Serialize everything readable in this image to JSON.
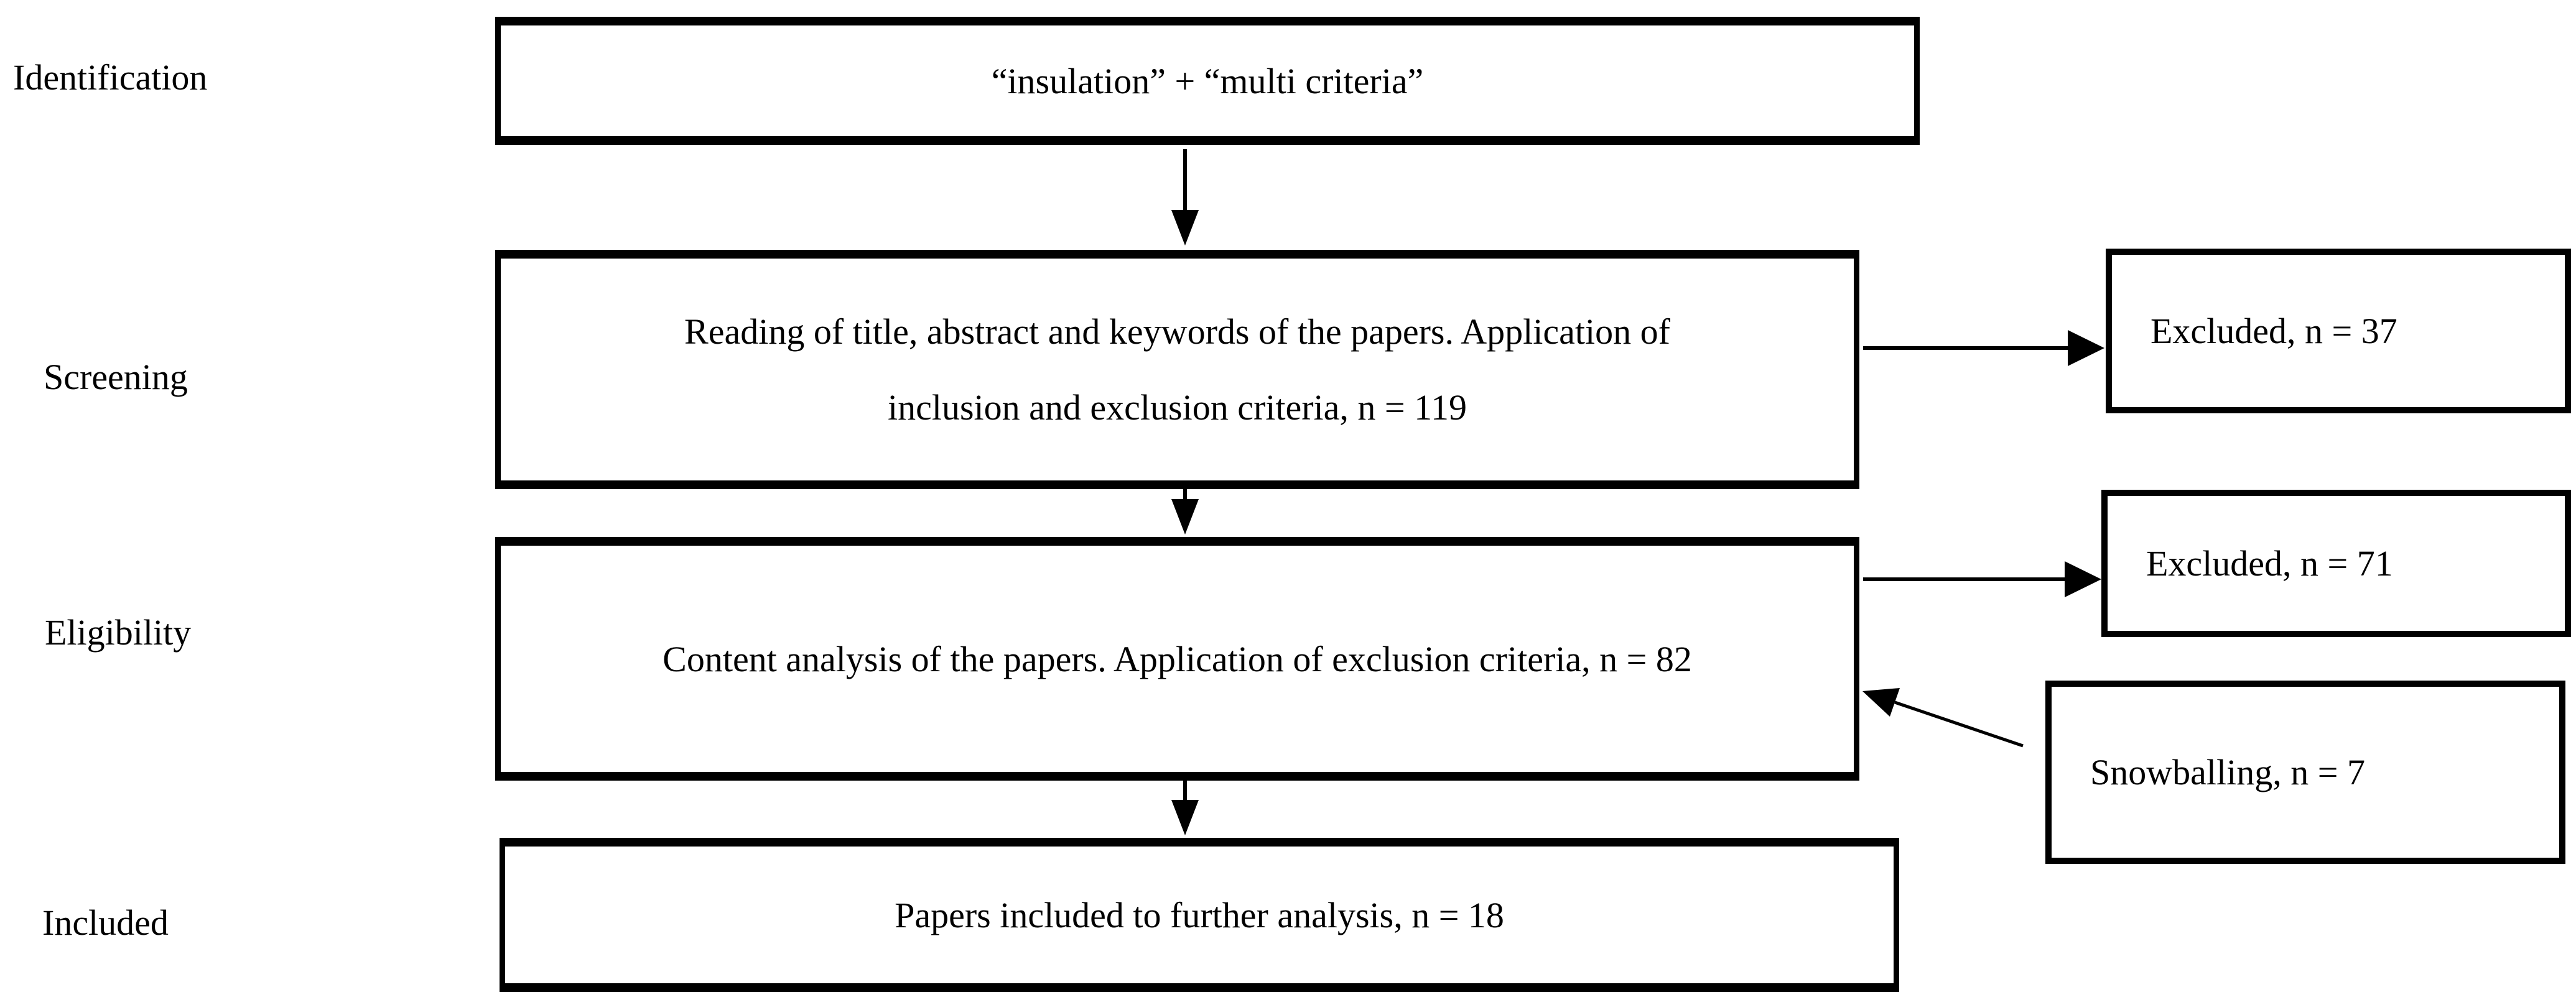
{
  "diagram": {
    "stages": [
      {
        "id": "identification",
        "label": "Identification"
      },
      {
        "id": "screening",
        "label": "Screening"
      },
      {
        "id": "eligibility",
        "label": "Eligibility"
      },
      {
        "id": "included",
        "label": "Included"
      }
    ],
    "boxes": {
      "search_query": {
        "text": "“insulation” + “multi criteria”"
      },
      "screening": {
        "line1": "Reading of title, abstract and keywords of the papers. Application of",
        "line2": "inclusion and exclusion criteria, n = 119"
      },
      "excluded_screening": {
        "text": "Excluded, n = 37"
      },
      "eligibility": {
        "text": "Content analysis of the papers. Application of exclusion criteria, n = 82"
      },
      "excluded_eligibility": {
        "text": "Excluded, n = 71"
      },
      "snowballing": {
        "text": "Snowballing, n = 7"
      },
      "included": {
        "text": "Papers included to further analysis, n = 18"
      }
    },
    "counts": {
      "screening": 119,
      "excluded_screening": 37,
      "eligibility": 82,
      "excluded_eligibility": 71,
      "snowballing": 7,
      "included": 18
    },
    "colors": {
      "stroke": "#000000",
      "background": "#ffffff",
      "text": "#000000"
    }
  }
}
